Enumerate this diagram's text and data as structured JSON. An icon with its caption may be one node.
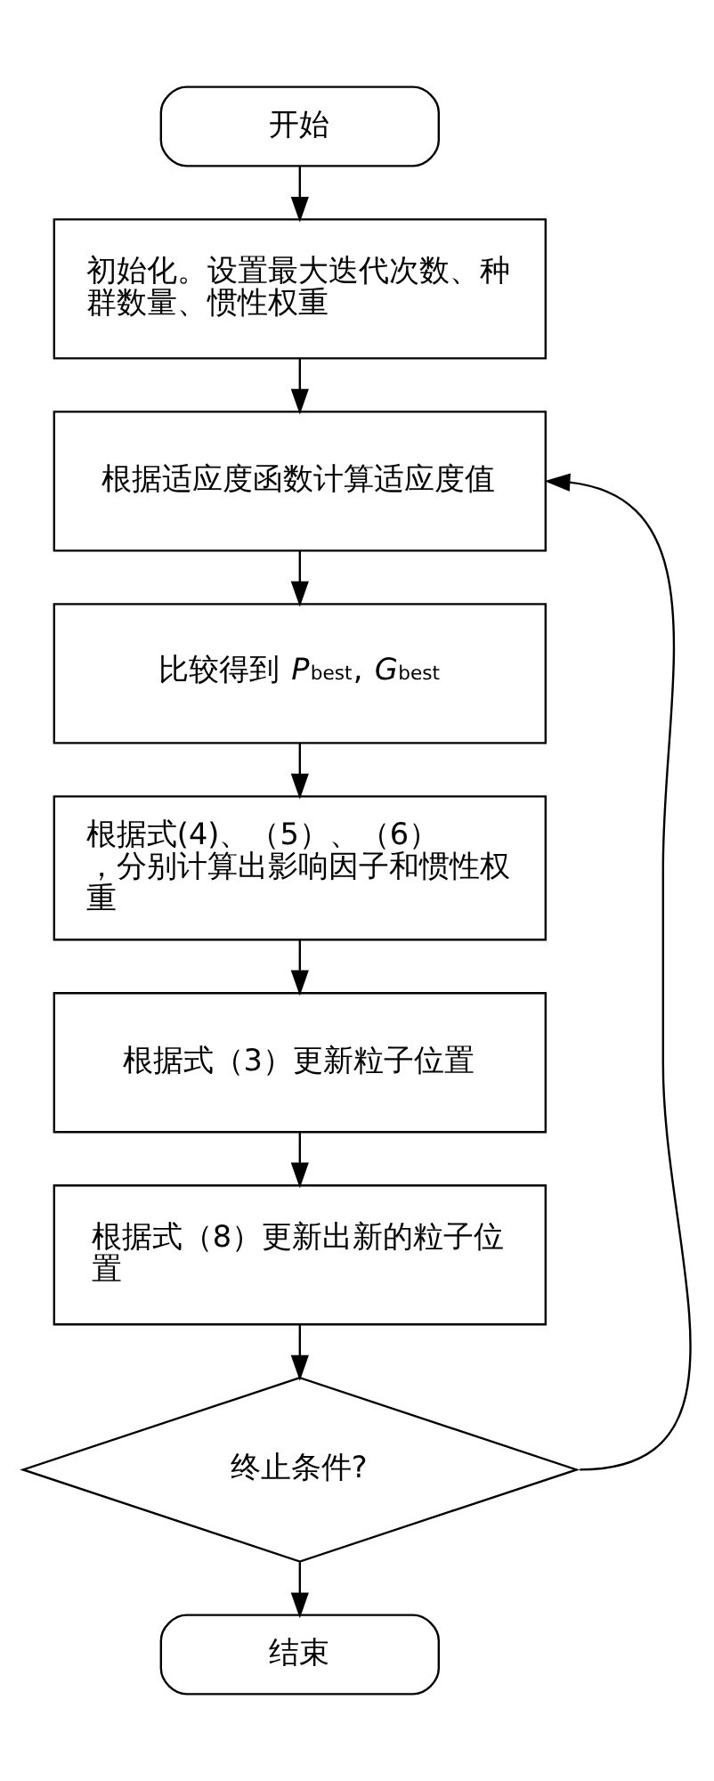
{
  "diagram": {
    "nodes": [
      {
        "text": [
          "开始"
        ]
      },
      {
        "text": [
          "初始化。设置最大迭代次数、种群数量、惯性权重"
        ]
      },
      {
        "text": [
          "根据适应度函数计算适应度值"
        ]
      },
      {
        "text": [
          "比较得到 *P*$_{best}$, *G*$_{best}$"
        ]
      },
      {
        "text": [
          "根据式(4)、（5）、（6），分别计算出影响因子和惯性权重"
        ]
      },
      {
        "text": [
          "根据式（3）更新粒子位置"
        ]
      },
      {
        "text": [
          "根据式（8）更新出新的粒子位置"
        ]
      },
      {
        "text": [
          "终止条件?"
        ]
      },
      {
        "text": [
          "结束"
        ]
      }
    ],
    "edges": [
      {
        "from": 0,
        "to": 1,
        "arrow": "to"
      },
      {
        "from": 1,
        "to": 2,
        "arrow": "to"
      },
      {
        "from": 2,
        "to": 3,
        "arrow": "to"
      },
      {
        "from": 3,
        "to": 4,
        "arrow": "to"
      },
      {
        "from": 4,
        "to": 5,
        "arrow": "to"
      },
      {
        "from": 5,
        "to": 6,
        "arrow": "to"
      },
      {
        "from": 6,
        "to": 7,
        "arrow": "to"
      },
      {
        "from": 7,
        "to": 8,
        "arrow": "to"
      },
      {
        "from": 7,
        "to": 2,
        "arrow": "to"
      }
    ]
  }
}
